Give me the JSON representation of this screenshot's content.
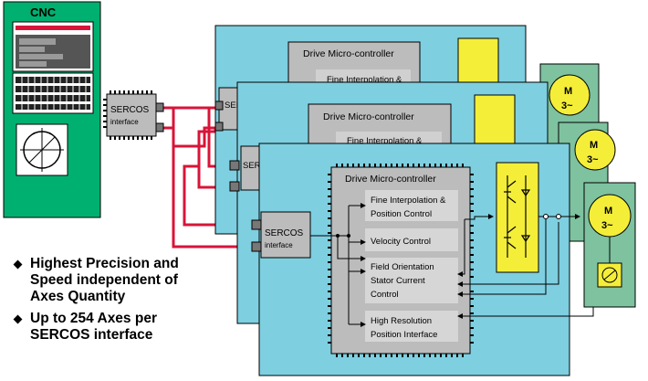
{
  "cnc": {
    "title": "CNC"
  },
  "sercos": {
    "name": "SERCOS",
    "sub": "interface",
    "partial_prefix": "SER",
    "partial_name_mid": "SERCOS"
  },
  "drive": {
    "micro_title": "Drive Micro-controller",
    "fine_interp_1": "Fine Interpolation &",
    "fine_interp_2": "Position Control",
    "fine_interp_partial": "Fine Interpolation &",
    "velocity": "Velocity Control",
    "field_1": "Field Orientation",
    "field_2": "Stator Current",
    "field_3": "Control",
    "highres_1": "High Resolution",
    "highres_2": "Position Interface"
  },
  "motor": {
    "letter": "M",
    "phase": "3~"
  },
  "bullets": [
    {
      "lines": [
        "Highest Precision and",
        "Speed independent of",
        "Axes Quantity"
      ]
    },
    {
      "lines": [
        "Up to 254 Axes per",
        "SERCOS interface"
      ]
    }
  ],
  "colors": {
    "cnc_green": "#00b070",
    "drive_cyan": "#7ecfe0",
    "chip_gray": "#bcbcbc",
    "power_yellow": "#f4ee38",
    "motor_green": "#7ec2a0",
    "link_red": "#d81438"
  }
}
